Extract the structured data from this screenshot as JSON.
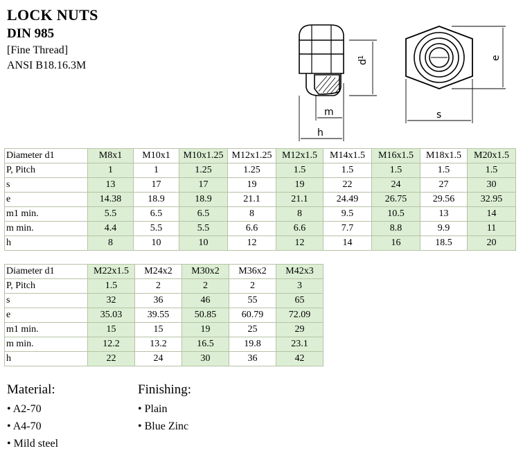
{
  "header": {
    "title": "LOCK NUTS",
    "standard": "DIN 985",
    "thread": "[Fine Thread]",
    "ansi": "ANSI B18.16.3M"
  },
  "drawing": {
    "labels": {
      "d1": "d",
      "d1_sub": "1",
      "m": "m",
      "h": "h",
      "s": "s",
      "e": "e"
    }
  },
  "table1": {
    "rows": [
      [
        "Diameter d1",
        "M8x1",
        "M10x1",
        "M10x1.25",
        "M12x1.25",
        "M12x1.5",
        "M14x1.5",
        "M16x1.5",
        "M18x1.5",
        "M20x1.5"
      ],
      [
        "P, Pitch",
        "1",
        "1",
        "1.25",
        "1.25",
        "1.5",
        "1.5",
        "1.5",
        "1.5",
        "1.5"
      ],
      [
        "s",
        "13",
        "17",
        "17",
        "19",
        "19",
        "22",
        "24",
        "27",
        "30"
      ],
      [
        "e",
        "14.38",
        "18.9",
        "18.9",
        "21.1",
        "21.1",
        "24.49",
        "26.75",
        "29.56",
        "32.95"
      ],
      [
        "m1 min.",
        "5.5",
        "6.5",
        "6.5",
        "8",
        "8",
        "9.5",
        "10.5",
        "13",
        "14"
      ],
      [
        "m min.",
        "4.4",
        "5.5",
        "5.5",
        "6.6",
        "6.6",
        "7.7",
        "8.8",
        "9.9",
        "11"
      ],
      [
        "h",
        "8",
        "10",
        "10",
        "12",
        "12",
        "14",
        "16",
        "18.5",
        "20"
      ]
    ]
  },
  "table2": {
    "rows": [
      [
        "Diameter d1",
        "M22x1.5",
        "M24x2",
        "M30x2",
        "M36x2",
        "M42x3"
      ],
      [
        "P, Pitch",
        "1.5",
        "2",
        "2",
        "2",
        "3"
      ],
      [
        "s",
        "32",
        "36",
        "46",
        "55",
        "65"
      ],
      [
        "e",
        "35.03",
        "39.55",
        "50.85",
        "60.79",
        "72.09"
      ],
      [
        "m1 min.",
        "15",
        "15",
        "19",
        "25",
        "29"
      ],
      [
        "m min.",
        "12.2",
        "13.2",
        "16.5",
        "19.8",
        "23.1"
      ],
      [
        "h",
        "22",
        "24",
        "30",
        "36",
        "42"
      ]
    ]
  },
  "material": {
    "heading": "Material:",
    "items": [
      "• A2-70",
      "• A4-70",
      "• Mild steel"
    ]
  },
  "finishing": {
    "heading": "Finishing:",
    "items": [
      "• Plain",
      "• Blue Zinc"
    ]
  },
  "colors": {
    "green_cell": "#dcefd4",
    "grid": "#b6c2a6"
  }
}
